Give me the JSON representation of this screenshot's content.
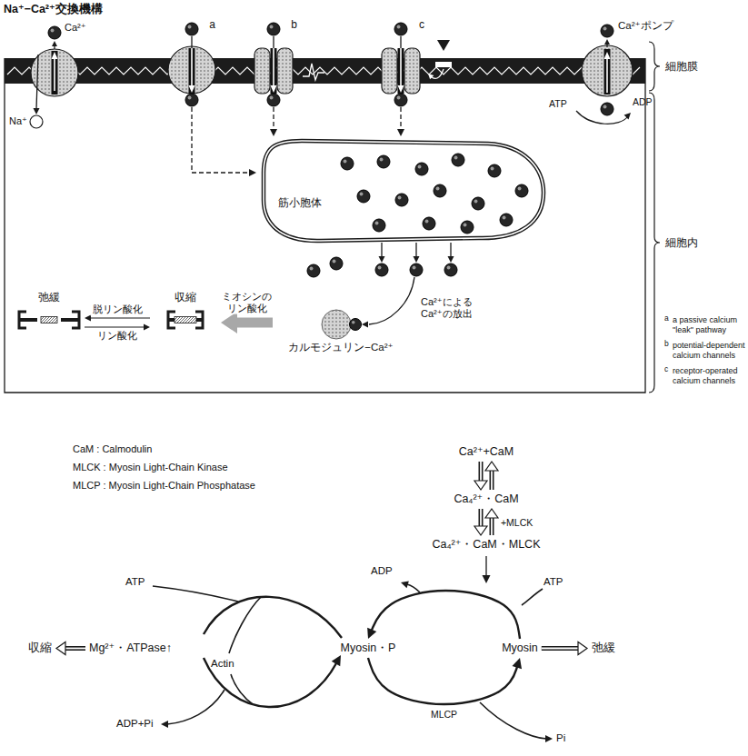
{
  "diagram": {
    "nodes": [
      {
        "text": [
          "a"
        ]
      },
      {
        "text": [
          "b"
        ]
      },
      {
        "text": [
          "c"
        ]
      },
      {
        "text": [
          "筋小胞体"
        ]
      },
      {
        "text": [
          "弛緩"
        ]
      },
      {
        "text": [
          "収縮"
        ]
      },
      {
        "text": [
          "カルモジュリン−Ca²⁺"
        ]
      },
      {
        "text": [
          "Ca²⁺+CaM"
        ]
      },
      {
        "text": [
          "Ca₄²⁺・CaM"
        ]
      },
      {
        "text": [
          "Ca₄²⁺・CaM・MLCK"
        ]
      },
      {
        "text": [
          "収縮"
        ]
      },
      {
        "text": [
          "Mg²⁺・ATPase↑"
        ]
      },
      {
        "text": [
          "Myosin・P"
        ]
      },
      {
        "text": [
          "Myosin"
        ]
      },
      {
        "text": [
          "弛緩"
        ]
      }
    ],
    "edges": [
      {
        "from": 0,
        "to": 3,
        "arrow": "to"
      },
      {
        "from": 1,
        "to": 3,
        "arrow": "to"
      },
      {
        "from": 2,
        "to": 3,
        "arrow": "to"
      },
      {
        "from": 6,
        "to": 5,
        "label": "ミオシンの リン酸化",
        "arrow": "to"
      },
      {
        "from": 5,
        "to": 4,
        "label": "脱リン酸化",
        "arrow": "to"
      },
      {
        "from": 4,
        "to": 5,
        "label": "リン酸化",
        "arrow": "to"
      },
      {
        "from": 7,
        "to": 8,
        "arrow": "both"
      },
      {
        "from": 8,
        "to": 9,
        "label": "+MLCK",
        "arrow": "both"
      },
      {
        "from": 13,
        "to": 12,
        "arrow": "to"
      },
      {
        "from": 12,
        "to": 13,
        "label": "MLCP",
        "arrow": "to"
      },
      {
        "from": 13,
        "to": 14,
        "arrow": "to"
      },
      {
        "from": 11,
        "to": 10,
        "arrow": "to"
      }
    ],
    "labels": [
      "Na⁺−Ca²⁺交換機構",
      "Ca²⁺",
      "Na⁺",
      "Ca²⁺ポンプ",
      "ATP",
      "ADP",
      "細胞膜",
      "細胞内",
      "Ca²⁺による Ca²⁺の放出",
      "a",
      "a passive calcium \"leak\" pathway",
      "b",
      "potential-dependent calcium channels",
      "c",
      "receptor-operated calcium channels",
      "CaM : Calmodulin",
      "MLCK : Myosin Light-Chain Kinase",
      "MLCP : Myosin Light-Chain Phosphatase",
      "ATP",
      "ADP",
      "Pi",
      "ATP",
      "Actin",
      "ADP+Pi"
    ]
  }
}
